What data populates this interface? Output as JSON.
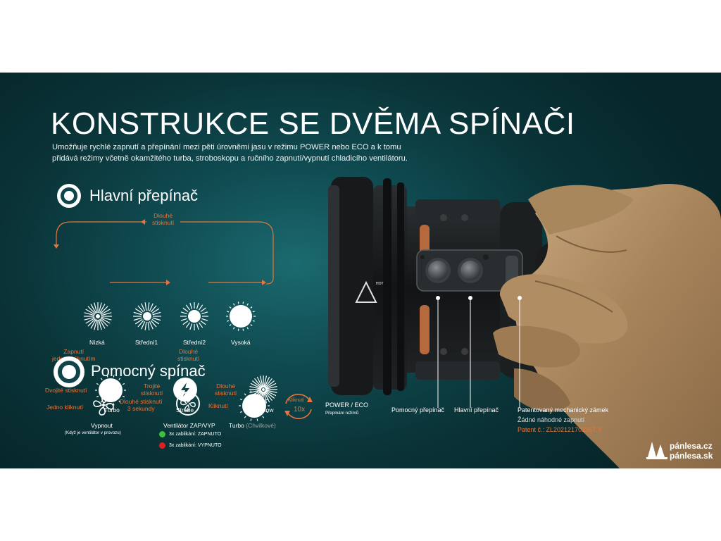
{
  "title": "KONSTRUKCE SE DVĚMA SPÍNAČI",
  "intro": "Umožňuje rychlé zapnutí a přepínání mezi pěti úrovněmi jasu v režimu POWER nebo ECO a k tomu přidává režimy včetně okamžitého turba, stroboskopu a ručního zapnutí/vypnutí chladicího ventilátoru.",
  "main_switch": {
    "heading": "Hlavní přepínač",
    "long_press_top": "Dlouhé\nstisknutí",
    "levels": [
      "Nízká",
      "Střední1",
      "Střední2",
      "Vysoká"
    ],
    "zap_label": "Zapnutí\njedním kliknutím",
    "long_press_mid": "Dlouhé\nstisknutí",
    "double_press": "Dvojité stisknutí",
    "turbo": "Turbo",
    "triple_press": "Trojité\nstisknutí",
    "strobe": "Strobe",
    "long_press_low": "Dlouhé\nstisknutí",
    "ultra_low": "Ultra-low"
  },
  "aux_switch": {
    "heading": "Pomocný spínač",
    "single_click": "Jedno kliknutí",
    "off_label": "Vypnout",
    "off_note": "(Když je ventilátor v provozu)",
    "long_press_3s": "Dlouhé stisknutí\n3 sekundy",
    "fan_label": "Ventilátor ZAP/VYP",
    "fan_on": "3x zablikání: ZAPNUTO",
    "fan_off": "3x zablikání: VYPNUTO",
    "click": "Kliknutí",
    "turbo": "Turbo",
    "turbo_note": "(Chvilkové)",
    "click10": "Kliknutí",
    "click10_count": "10x",
    "power_eco": "POWER / ECO",
    "power_eco_note": "Přepínání režimů"
  },
  "callouts": {
    "aux": "Pomocný přepínač",
    "main": "Hlavní přepínač",
    "lock": "Patentovaný mechanický zámek",
    "lock_note": "Žádné náhodné zapnutí",
    "patent": "Patent č.: ZL202121702367.X"
  },
  "device_mark": "HOT",
  "brand": {
    "line1": "pánlesa.cz",
    "line2": "pánlesa.sk"
  },
  "colors": {
    "accent": "#e8743a",
    "background": "#0f4a50",
    "fan_on": "#3fbf3f",
    "fan_off": "#e02020"
  }
}
